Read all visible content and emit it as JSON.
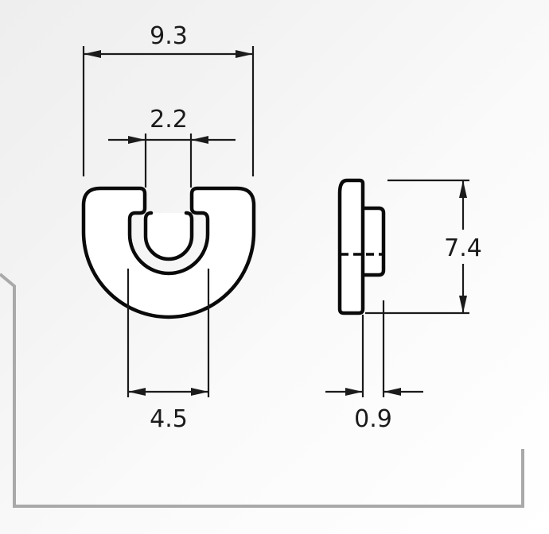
{
  "dimensions": {
    "overall_width": "9.3",
    "slot_width": "2.2",
    "inner_width": "4.5",
    "height": "7.4",
    "thickness": "0.9"
  }
}
